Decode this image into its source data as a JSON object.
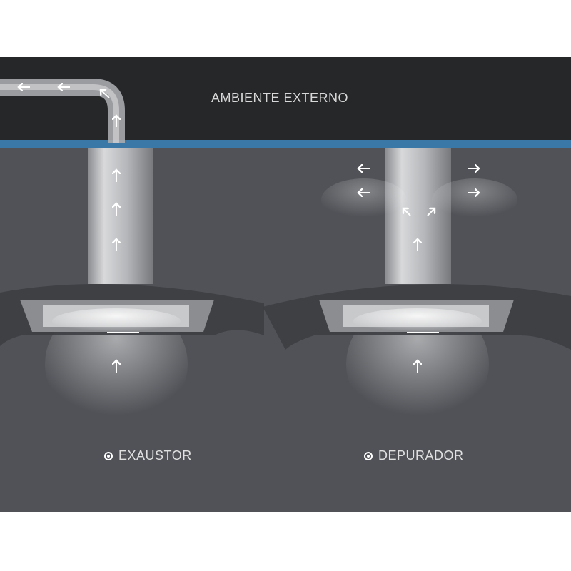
{
  "header": {
    "label": "AMBIENTE EXTERNO"
  },
  "modes": [
    {
      "label": "EXAUSTOR",
      "icon": "radio-selected-icon"
    },
    {
      "label": "DEPURADOR",
      "icon": "radio-selected-icon"
    }
  ],
  "colors": {
    "outside": "#262729",
    "divider": "#3a78a8",
    "room": "#505257"
  }
}
